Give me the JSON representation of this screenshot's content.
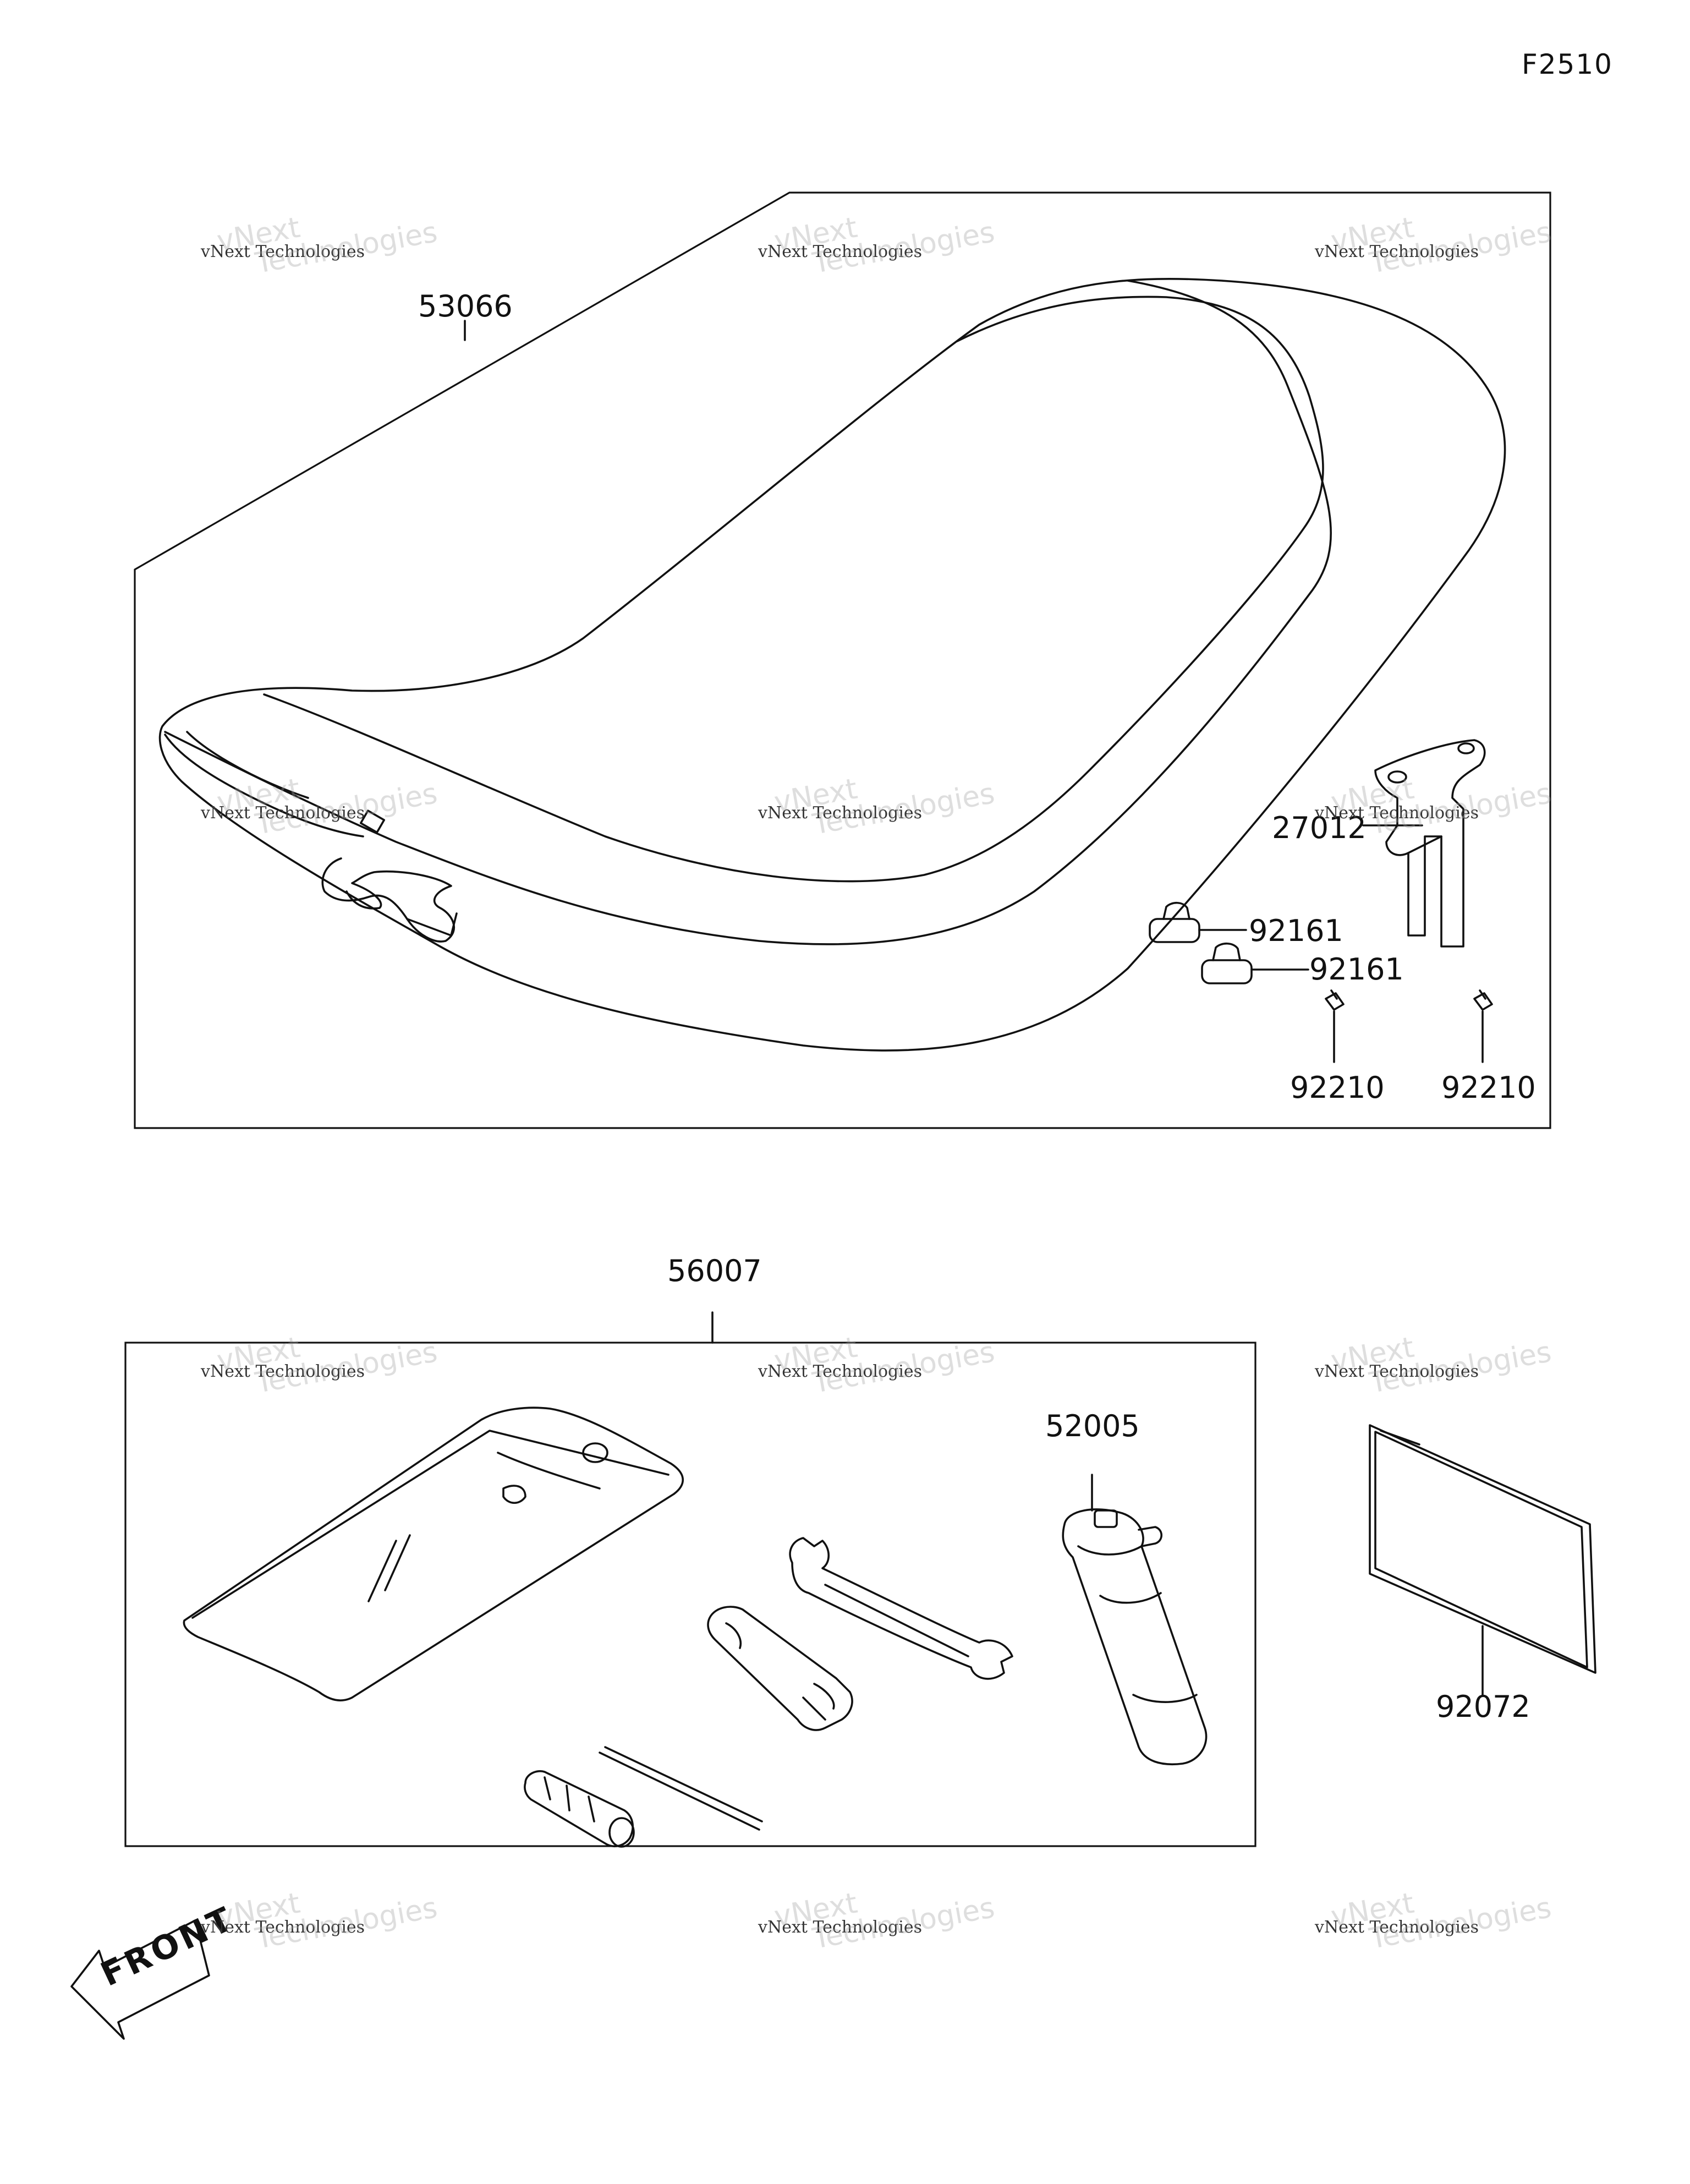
{
  "figure_code": "F2510",
  "callouts": {
    "seat": "53066",
    "hook": "27012",
    "damper_1": "92161",
    "damper_2": "92161",
    "nut_1": "92210",
    "nut_2": "92210",
    "tool_kit": "56007",
    "plug_wrench": "52005",
    "manual": "92072"
  },
  "watermark": {
    "line1": "vNext Technologies",
    "line2a": "vNext",
    "line2b": "Technologies"
  },
  "front_badge": "FRONT"
}
